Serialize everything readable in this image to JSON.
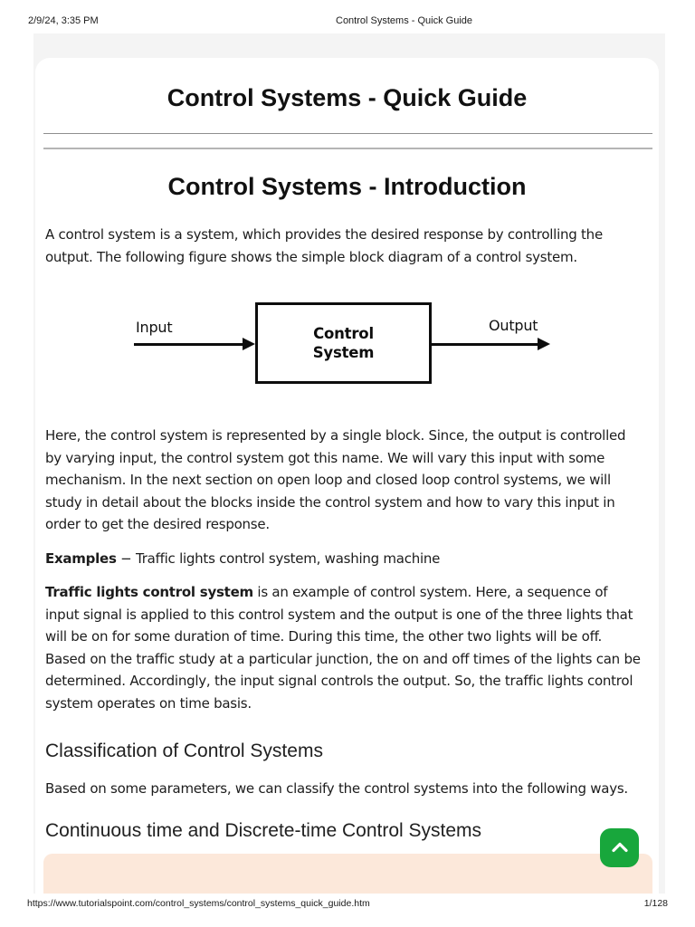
{
  "print_header": {
    "timestamp": "2/9/24, 3:35 PM",
    "document_title": "Control Systems - Quick Guide"
  },
  "print_footer": {
    "url": "https://www.tutorialspoint.com/control_systems/control_systems_quick_guide.htm",
    "page_indicator": "1/128"
  },
  "article": {
    "main_title": "Control Systems - Quick Guide",
    "chapter_title": "Control Systems - Introduction",
    "intro_paragraph": "A control system is a system, which provides the desired response by controlling the output. The following figure shows the simple block diagram of a control system.",
    "diagram": {
      "input_label": "Input",
      "block_line1": "Control",
      "block_line2": "System",
      "output_label": "Output"
    },
    "explanation_paragraph": "Here, the control system is represented by a single block. Since, the output is controlled by varying input, the control system got this name. We will vary this input with some mechanism. In the next section on open loop and closed loop control systems, we will study in detail about the blocks inside the control system and how to vary this input in order to get the desired response.",
    "examples_lead": "Examples",
    "examples_rest": " − Traffic lights control system, washing machine",
    "traffic_lead": "Traffic lights control system",
    "traffic_rest": " is an example of control system. Here, a sequence of input signal is applied to this control system and the output is one of the three lights that will be on for some duration of time. During this time, the other two lights will be off. Based on the traffic study at a particular junction, the on and off times of the lights can be determined. Accordingly, the input signal controls the output. So, the traffic lights control system operates on time basis.",
    "classification_heading": "Classification of Control Systems",
    "classification_paragraph": "Based on some parameters, we can classify the control systems into the following ways.",
    "continuous_heading": "Continuous time and Discrete-time Control Systems"
  },
  "scroll_top_button": {
    "icon": "chevron-up-icon"
  },
  "colors": {
    "accent_green": "#18a73c",
    "note_box_peach": "#fce8da",
    "page_backdrop": "#f4f4f4"
  }
}
